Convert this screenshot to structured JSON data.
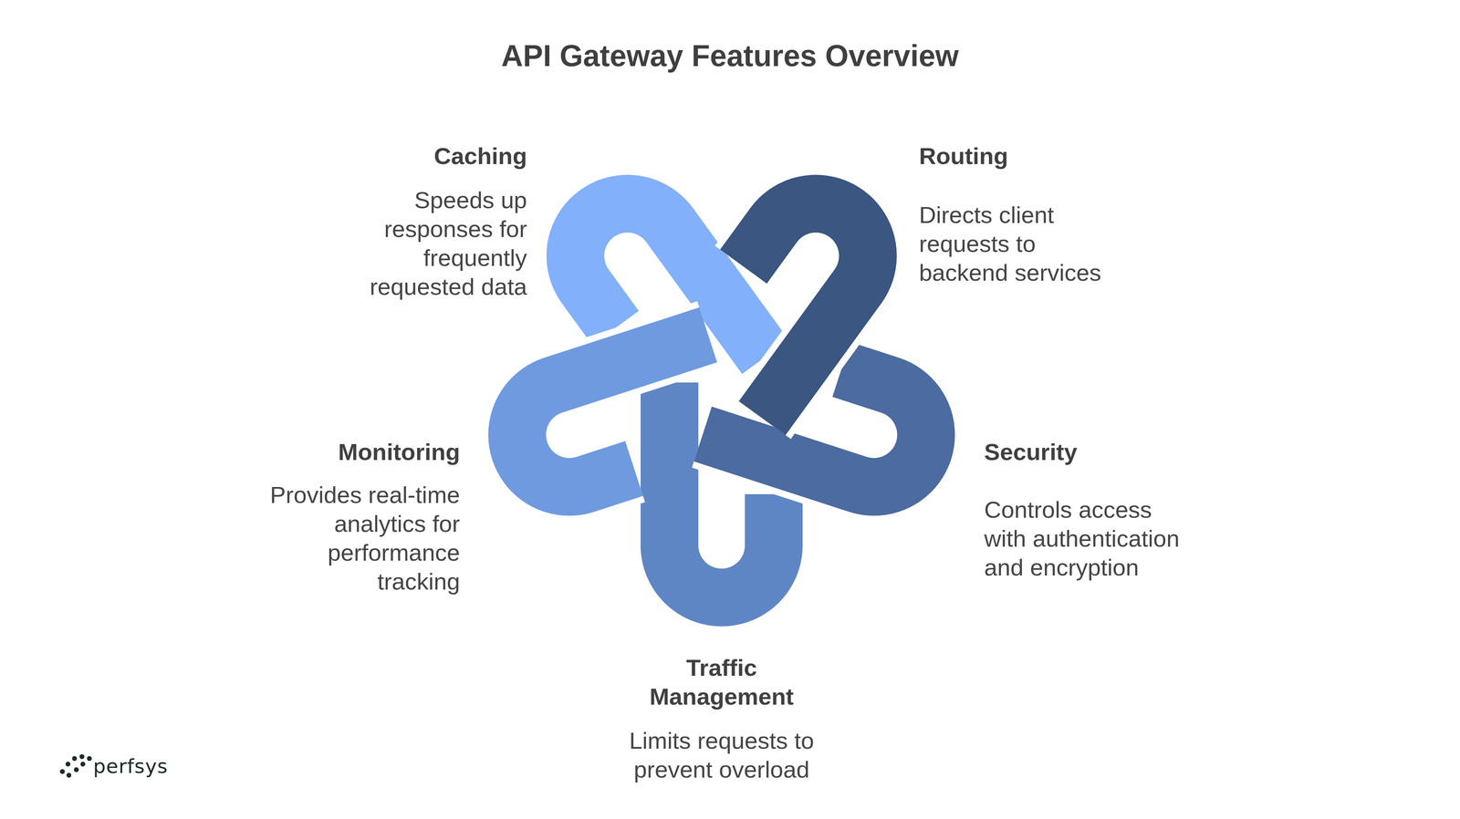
{
  "diagram": {
    "title": "API Gateway Features Overview",
    "nodes": [
      {
        "text": [
          "Caching",
          "Speeds up responses for frequently requested data"
        ]
      },
      {
        "text": [
          "Routing",
          "Directs client requests to backend services"
        ]
      },
      {
        "text": [
          "Monitoring",
          "Provides real-time analytics for performance tracking"
        ]
      },
      {
        "text": [
          "Security",
          "Controls access with authentication and encryption"
        ]
      },
      {
        "text": [
          "Traffic Management",
          "Limits requests to prevent overload"
        ]
      }
    ],
    "labels": [
      "perfsys"
    ]
  }
}
